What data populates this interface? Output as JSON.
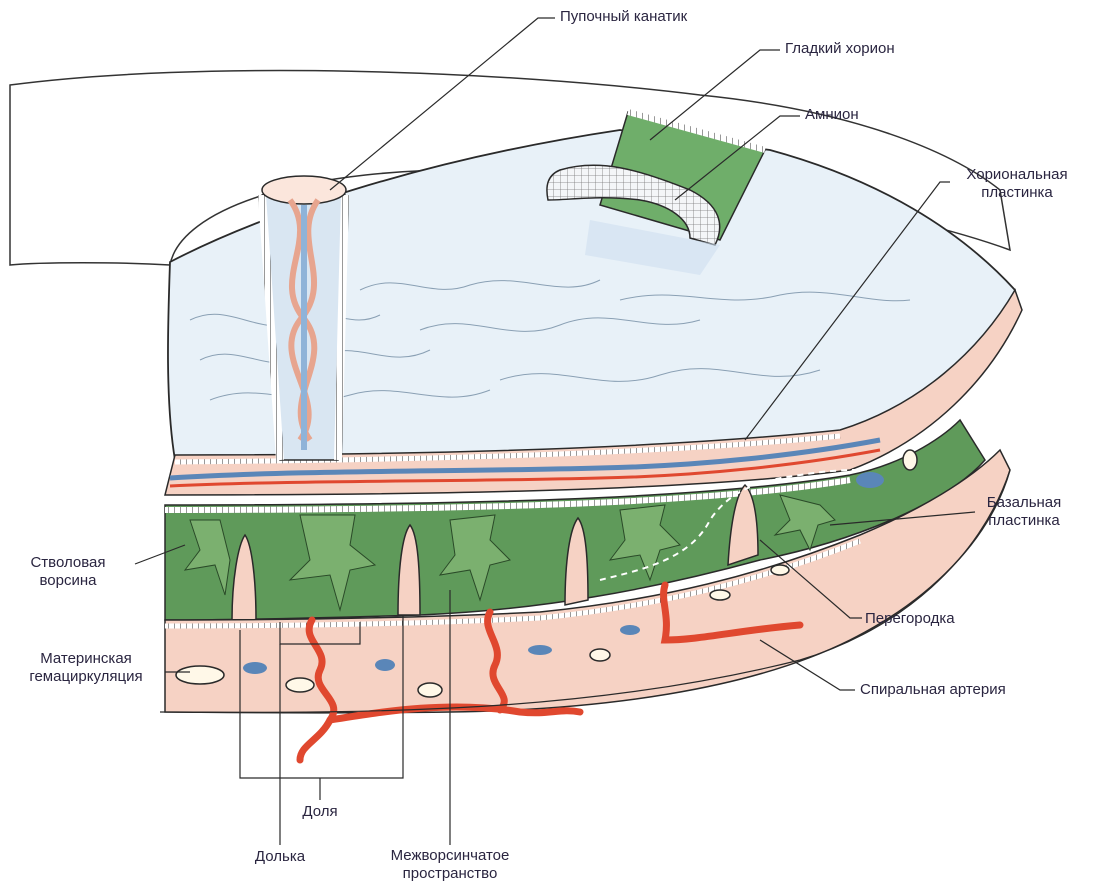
{
  "labels": {
    "umbilical_cord": "Пупочный канатик",
    "smooth_chorion": "Гладкий хорион",
    "amnion": "Амнион",
    "chorionic_plate": [
      "Хориональная",
      "пластинка"
    ],
    "basal_plate": [
      "Базальная",
      "пластинка"
    ],
    "stem_villus": [
      "Стволовая",
      "ворсина"
    ],
    "septum": "Перегородка",
    "maternal_circulation": [
      "Материнская",
      "гемациркуляция"
    ],
    "spiral_artery": "Спиральная артерия",
    "lobe": "Доля",
    "lobule": "Долька",
    "intervillous_space": [
      "Межворсинчатое",
      "пространство"
    ]
  },
  "colors": {
    "amnion_surface": "#e8f1f8",
    "smooth_chorion": "#6fae6a",
    "chorionic_plate": "#f6d2c4",
    "villi": "#5f9a5a",
    "intervillous": "#8fbd86",
    "artery": "#e0482f",
    "vein": "#5a86b8",
    "outline": "#2a2a2a",
    "label_text": "#2a2540"
  }
}
